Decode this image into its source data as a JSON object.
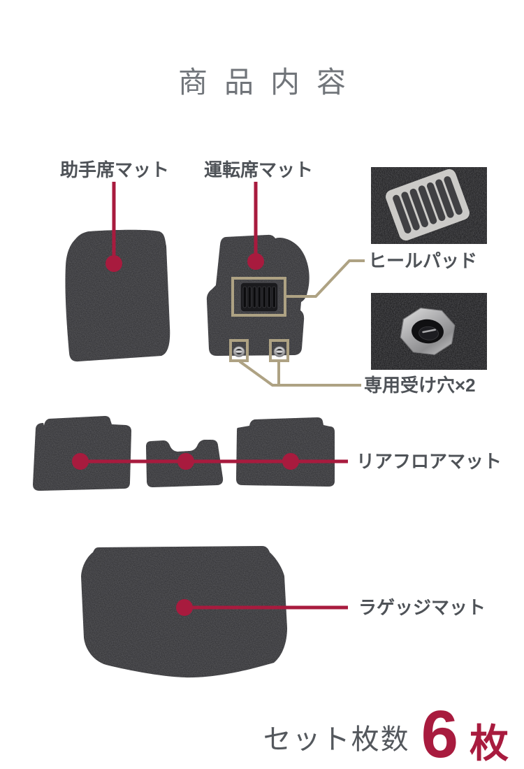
{
  "page": {
    "title": "商品内容"
  },
  "colors": {
    "accent_crimson": "#a81b3e",
    "leader_tan": "#aea283",
    "mat_charcoal": "#2b2b2e",
    "title_gray": "#71757a",
    "label_gray": "#4e5257",
    "background": "#ffffff"
  },
  "labels": {
    "passenger_mat": "助手席マット",
    "driver_mat": "運転席マット",
    "heel_pad": "ヒールパッド",
    "fixing_holes": "専用受け穴×2",
    "rear_floor_mat": "リアフロアマット",
    "luggage_mat": "ラゲッジマット"
  },
  "thumbnails": {
    "heel_pad_photo": "heel-pad-closeup",
    "fixing_hole_photo": "grommet-hole-closeup"
  },
  "footer": {
    "set_count_label": "セット枚数",
    "count_number": "6",
    "count_unit": "枚"
  }
}
